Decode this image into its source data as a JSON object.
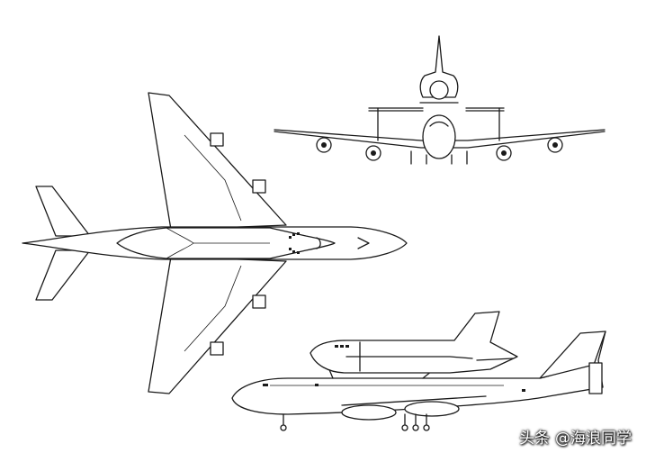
{
  "watermark": {
    "source": "头条",
    "author": "@海浪同学"
  },
  "views": [
    {
      "name": "top-view"
    },
    {
      "name": "front-view"
    },
    {
      "name": "side-view"
    }
  ]
}
